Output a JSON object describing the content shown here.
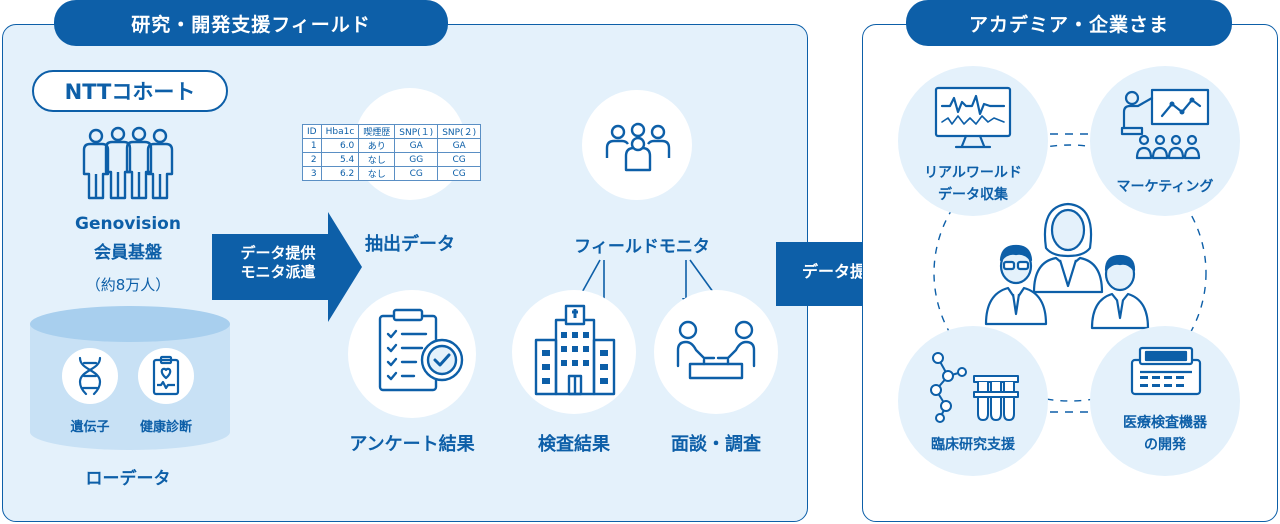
{
  "left_panel": {
    "title": "研究・開発支援フィールド",
    "cohort": {
      "title": "NTTコホート",
      "members_line1": "Genovision",
      "members_line2": "会員基盤",
      "count": "（約8万人）",
      "db_item1": "遺伝子",
      "db_item2": "健康診断",
      "db_label": "ローデータ"
    },
    "arrow1_line1": "データ提供",
    "arrow1_line2": "モニタ派遣",
    "extract_label": "抽出データ",
    "table": {
      "headers": [
        "ID",
        "Hba1c",
        "喫煙歴",
        "SNP(１)",
        "SNP(２)"
      ],
      "rows": [
        [
          "1",
          "6.0",
          "あり",
          "GA",
          "GA"
        ],
        [
          "2",
          "5.4",
          "なし",
          "GG",
          "CG"
        ],
        [
          "3",
          "6.2",
          "なし",
          "CG",
          "CG"
        ]
      ]
    },
    "field_monitor_label": "フィールドモニタ",
    "survey_label": "アンケート結果",
    "exam_label": "検査結果",
    "interview_label": "面談・調査"
  },
  "arrow2_label": "データ提供",
  "right_panel": {
    "title": "アカデミア・企業さま",
    "rwd_line1": "リアルワールド",
    "rwd_line2": "データ収集",
    "marketing_label": "マーケティング",
    "clinical_label": "臨床研究支援",
    "device_line1": "医療検査機器",
    "device_line2": "の開発"
  },
  "colors": {
    "primary": "#0d5fa8",
    "panel_bg": "#e4f1fb",
    "white": "#ffffff"
  },
  "icons": {
    "people_group": "people-group-icon",
    "dna": "dna-icon",
    "health_record": "health-record-icon",
    "team": "team-icon",
    "checklist": "checklist-icon",
    "hospital": "hospital-icon",
    "interview": "interview-icon",
    "monitor_chart": "monitor-chart-icon",
    "presentation": "presentation-icon",
    "molecule_tubes": "molecule-test-tubes-icon",
    "lab_device": "lab-device-icon",
    "researchers": "researchers-icon"
  }
}
